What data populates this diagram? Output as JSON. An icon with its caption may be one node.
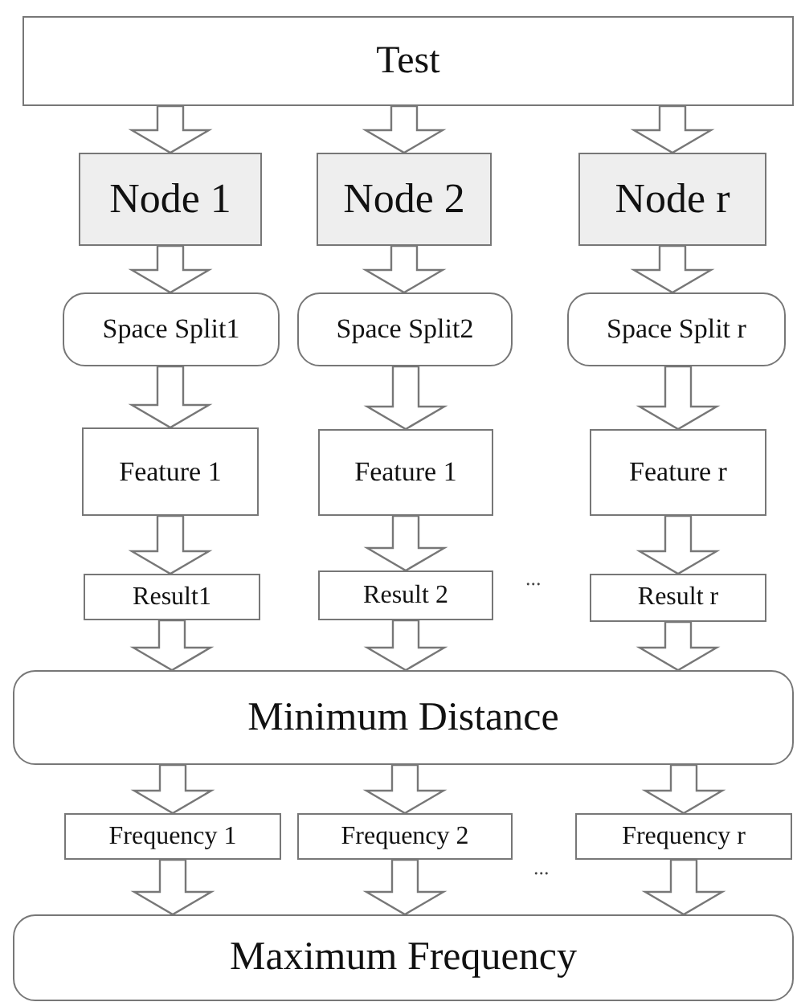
{
  "diagram": {
    "nodes": [
      {
        "text": [
          "Test"
        ]
      },
      {
        "text": [
          "Node 1"
        ]
      },
      {
        "text": [
          "Node 2"
        ]
      },
      {
        "text": [
          "Node r"
        ]
      },
      {
        "text": [
          "Space Split1"
        ]
      },
      {
        "text": [
          "Space Split2"
        ]
      },
      {
        "text": [
          "Space Split r"
        ]
      },
      {
        "text": [
          "Feature 1"
        ]
      },
      {
        "text": [
          "Feature 1"
        ]
      },
      {
        "text": [
          "Feature r"
        ]
      },
      {
        "text": [
          "Result1"
        ]
      },
      {
        "text": [
          "Result 2"
        ]
      },
      {
        "text": [
          "Result r"
        ]
      },
      {
        "text": [
          "Minimum Distance"
        ]
      },
      {
        "text": [
          "Frequency 1"
        ]
      },
      {
        "text": [
          "Frequency 2"
        ]
      },
      {
        "text": [
          "Frequency r"
        ]
      },
      {
        "text": [
          "Maximum Frequency"
        ]
      }
    ],
    "edges": [
      {
        "from": 0,
        "to": 1,
        "arrow": "to"
      },
      {
        "from": 0,
        "to": 2,
        "arrow": "to"
      },
      {
        "from": 0,
        "to": 3,
        "arrow": "to"
      },
      {
        "from": 1,
        "to": 4,
        "arrow": "to"
      },
      {
        "from": 2,
        "to": 5,
        "arrow": "to"
      },
      {
        "from": 3,
        "to": 6,
        "arrow": "to"
      },
      {
        "from": 4,
        "to": 7,
        "arrow": "to"
      },
      {
        "from": 5,
        "to": 8,
        "arrow": "to"
      },
      {
        "from": 6,
        "to": 9,
        "arrow": "to"
      },
      {
        "from": 7,
        "to": 10,
        "arrow": "to"
      },
      {
        "from": 8,
        "to": 11,
        "arrow": "to"
      },
      {
        "from": 9,
        "to": 12,
        "arrow": "to"
      },
      {
        "from": 10,
        "to": 13,
        "arrow": "to"
      },
      {
        "from": 11,
        "to": 13,
        "arrow": "to"
      },
      {
        "from": 12,
        "to": 13,
        "arrow": "to"
      },
      {
        "from": 13,
        "to": 14,
        "arrow": "to"
      },
      {
        "from": 13,
        "to": 15,
        "arrow": "to"
      },
      {
        "from": 13,
        "to": 16,
        "arrow": "to"
      },
      {
        "from": 14,
        "to": 17,
        "arrow": "to"
      },
      {
        "from": 15,
        "to": 17,
        "arrow": "to"
      },
      {
        "from": 16,
        "to": 17,
        "arrow": "to"
      }
    ],
    "labels": [
      "...",
      "..."
    ]
  }
}
